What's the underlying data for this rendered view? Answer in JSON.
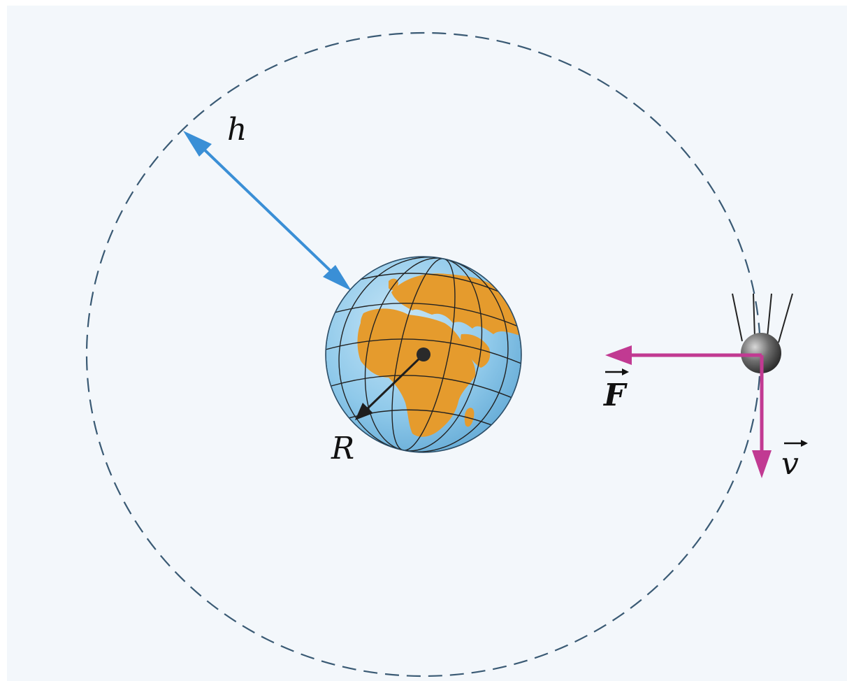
{
  "labels": {
    "height": "h",
    "radius": "R",
    "force": "F",
    "velocity": "v"
  },
  "colors": {
    "background": "#f3f7fb",
    "orbit": "#3a5a74",
    "height_arrow": "#3a8fd6",
    "vector_arrows": "#c13a92",
    "ocean": "#8fc9ea",
    "land": "#e59b2d",
    "grid": "#222222",
    "satellite": "#3a3a3a"
  },
  "icons": {
    "planet": "earth-globe-icon",
    "satellite": "satellite-icon"
  }
}
